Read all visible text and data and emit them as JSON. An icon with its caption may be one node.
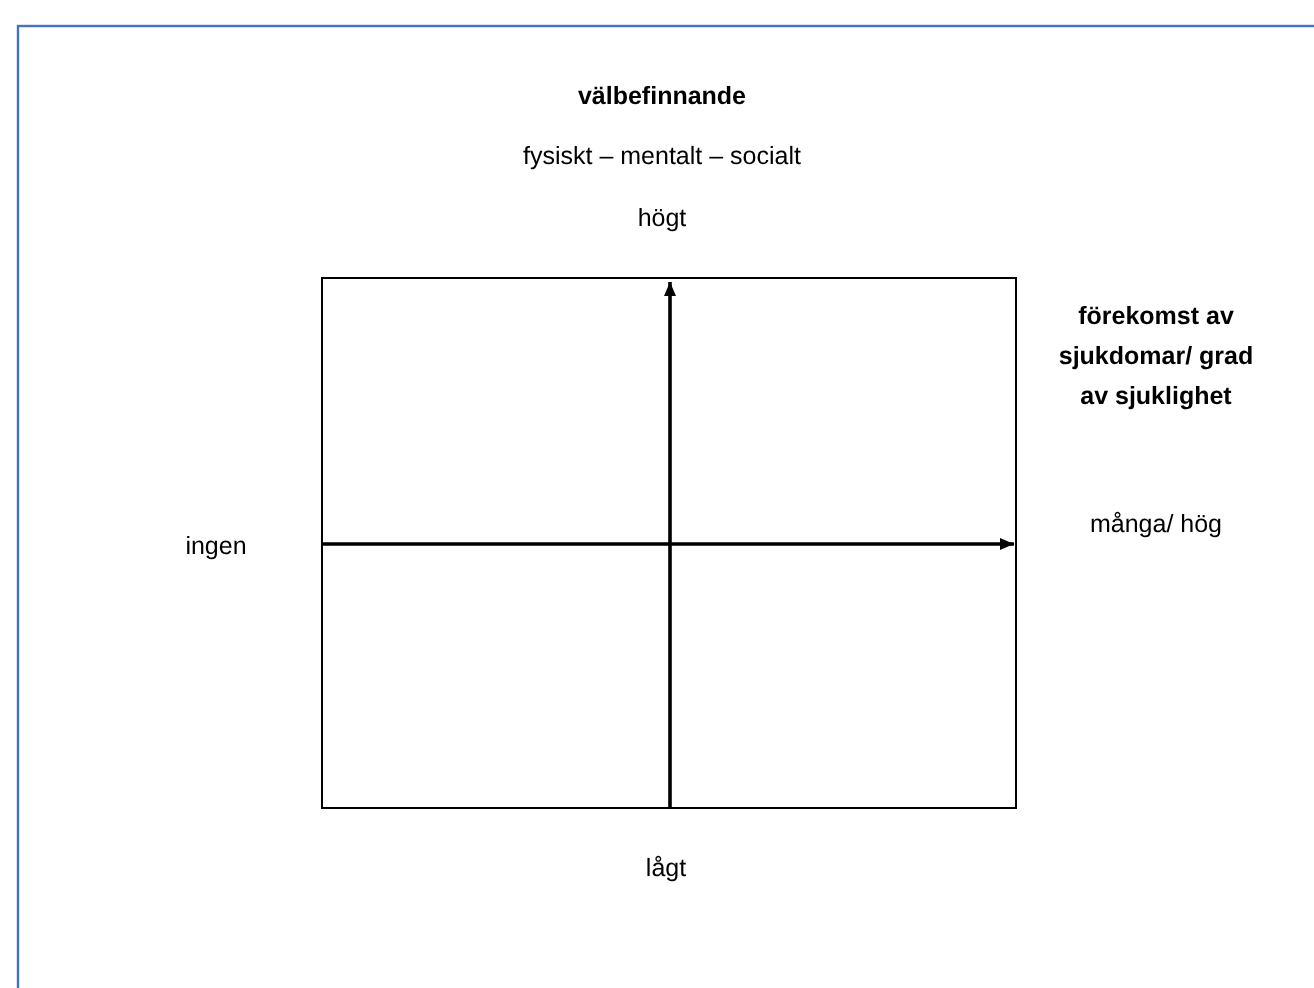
{
  "diagram": {
    "labels": [
      "välbefinnande",
      "fysiskt – mentalt – socialt",
      "högt",
      "förekomst av sjukdomar/ grad av sjuklighet",
      "ingen",
      "många/ hög",
      "lågt"
    ]
  }
}
